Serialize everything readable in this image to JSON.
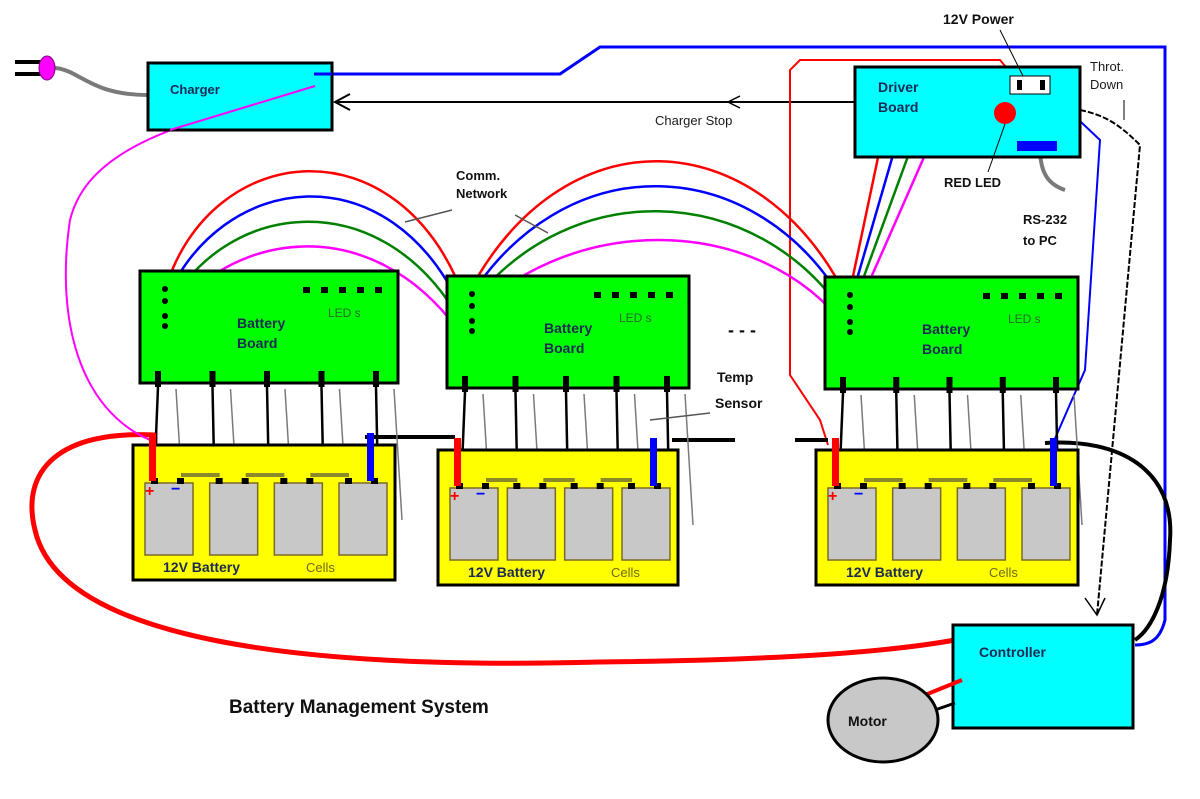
{
  "title": "Battery Management System",
  "colors": {
    "background": "#ffffff",
    "charger_fill": "#00ffff",
    "driver_fill": "#00ffff",
    "controller_fill": "#00ffff",
    "battery_board_fill": "#00ff00",
    "battery_fill": "#ffff00",
    "cell_fill": "#c8c8c8",
    "motor_fill": "#c8c8c8",
    "red_led": "#ff0000",
    "wire_red": "#ff0000",
    "wire_blue": "#0000ff",
    "wire_green": "#008000",
    "wire_magenta": "#ff00ff",
    "wire_black": "#000000",
    "wire_gray": "#7a7a7a"
  },
  "components": {
    "plug": {
      "name": "AC Plug"
    },
    "charger": {
      "label": "Charger"
    },
    "driver_board": {
      "line1": "Driver",
      "line2": "Board"
    },
    "controller": {
      "label": "Controller"
    },
    "motor": {
      "label": "Motor"
    },
    "battery_boards": [
      {
        "line1": "Battery",
        "line2": "Board",
        "led_label": "LED s",
        "led_count": 5
      },
      {
        "line1": "Battery",
        "line2": "Board",
        "led_label": "LED s",
        "led_count": 5
      },
      {
        "line1": "Battery",
        "line2": "Board",
        "led_label": "LED s",
        "led_count": 5
      }
    ],
    "batteries": [
      {
        "label": "12V Battery",
        "cells_label": "Cells",
        "cell_count": 4,
        "plus": "+",
        "minus": "−"
      },
      {
        "label": "12V Battery",
        "cells_label": "Cells",
        "cell_count": 4,
        "plus": "+",
        "minus": "−"
      },
      {
        "label": "12V Battery",
        "cells_label": "Cells",
        "cell_count": 4,
        "plus": "+",
        "minus": "−"
      }
    ]
  },
  "annotations": {
    "power_12v": "12V Power",
    "throt_line1": "Throt.",
    "throt_line2": "Down",
    "charger_stop": "Charger Stop",
    "red_led": "RED LED",
    "rs232_line1": "RS-232",
    "rs232_line2": "to PC",
    "comm_line1": "Comm.",
    "comm_line2": "Network",
    "temp_line1": "Temp",
    "temp_line2": "Sensor",
    "ellipsis": "- - -"
  }
}
